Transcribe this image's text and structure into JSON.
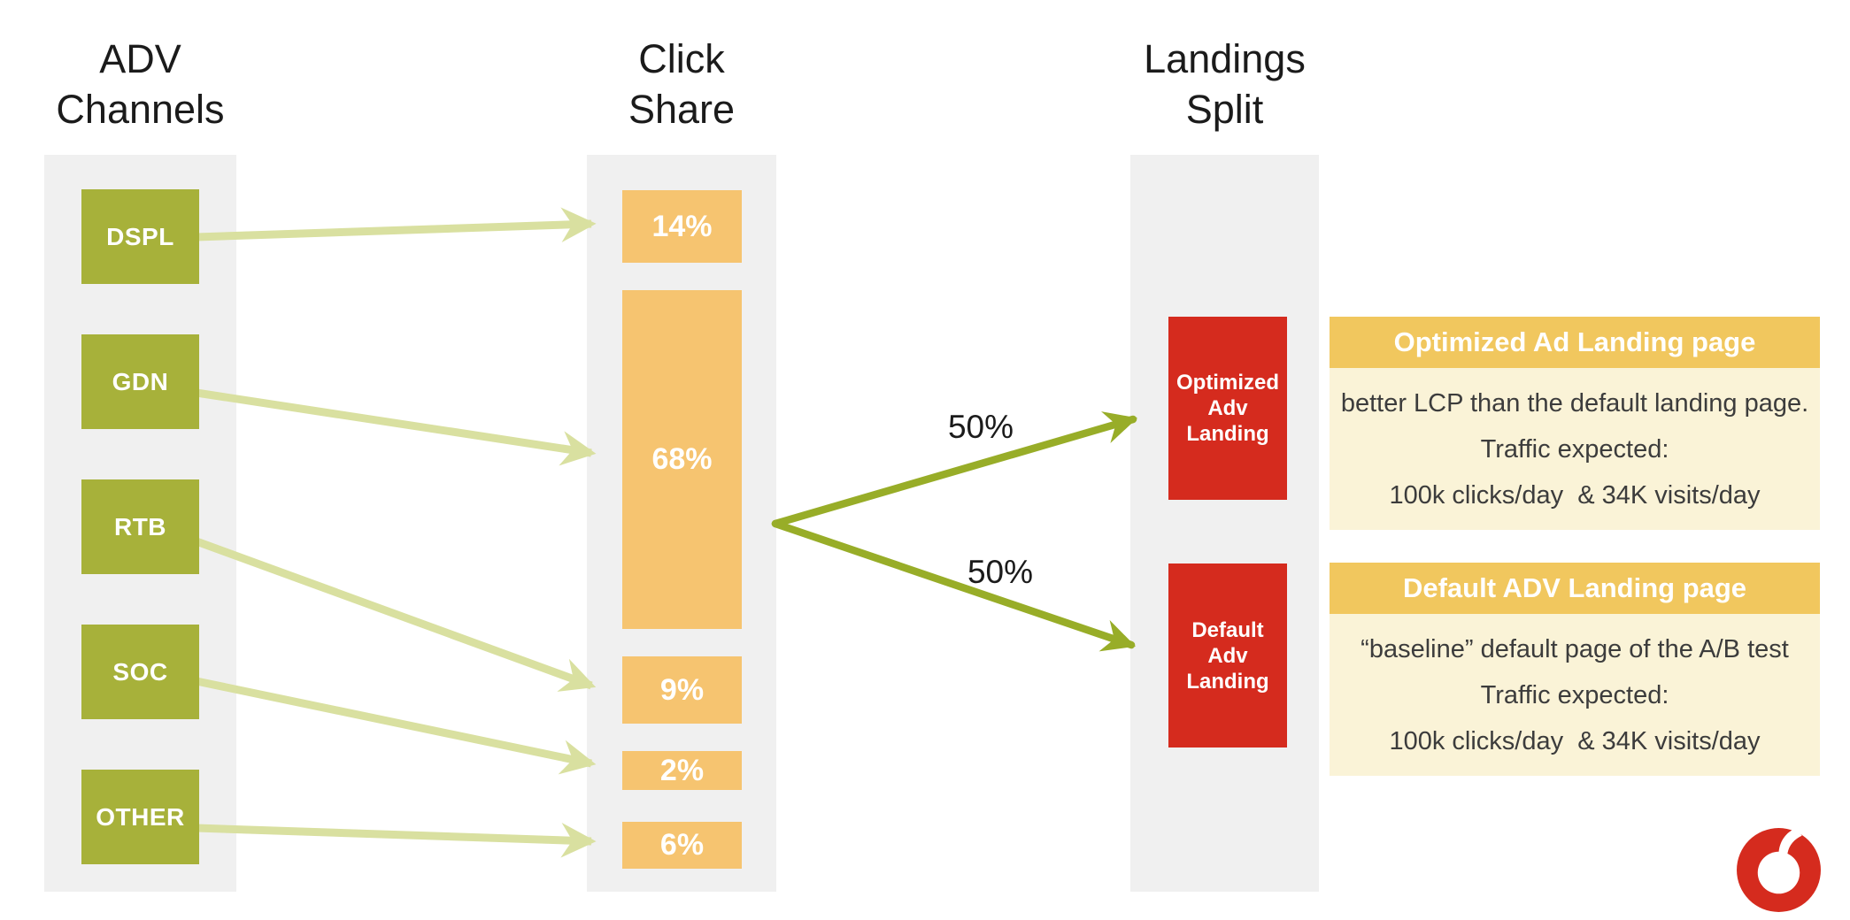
{
  "titles": {
    "channels": "ADV\nChannels",
    "share": "Click\nShare",
    "split": "Landings\nSplit"
  },
  "channels": [
    {
      "label": "DSPL"
    },
    {
      "label": "GDN"
    },
    {
      "label": "RTB"
    },
    {
      "label": "SOC"
    },
    {
      "label": "OTHER"
    }
  ],
  "click_share": [
    {
      "label": "14%"
    },
    {
      "label": "68%"
    },
    {
      "label": "9%"
    },
    {
      "label": "2%"
    },
    {
      "label": "6%"
    }
  ],
  "flows": [
    {
      "from": "DSPL",
      "to": "14%"
    },
    {
      "from": "GDN",
      "to": "68%"
    },
    {
      "from": "RTB",
      "to": "9%"
    },
    {
      "from": "SOC",
      "to": "2%"
    },
    {
      "from": "OTHER",
      "to": "6%"
    }
  ],
  "split": {
    "labels": [
      "50%",
      "50%"
    ]
  },
  "landings": [
    {
      "label": "Optimized\nAdv\nLanding"
    },
    {
      "label": "Default\nAdv\nLanding"
    }
  ],
  "panels": [
    {
      "title": "Optimized Ad Landing page",
      "lines": [
        "better LCP than the default landing page.",
        "Traffic expected:",
        "100k clicks/day  & 34K visits/day"
      ]
    },
    {
      "title": "Default ADV Landing page",
      "lines": [
        "“baseline” default page of the A/B test",
        "Traffic expected:",
        "100k clicks/day  & 34K visits/day"
      ]
    }
  ],
  "logo": {
    "name": "vodafone-logo"
  },
  "colors": {
    "channel_green": "#A7B13A",
    "share_orange": "#F6C470",
    "landing_red": "#D52B1E",
    "panel_gold": "#F1C75E",
    "panel_cream": "#FAF3D7",
    "column_gray": "#F0F0F0",
    "arrow_light": "#D9E0A0",
    "arrow_dark": "#98AD28",
    "title_text": "#1B1B1B",
    "body_text": "#3C3C3C"
  }
}
